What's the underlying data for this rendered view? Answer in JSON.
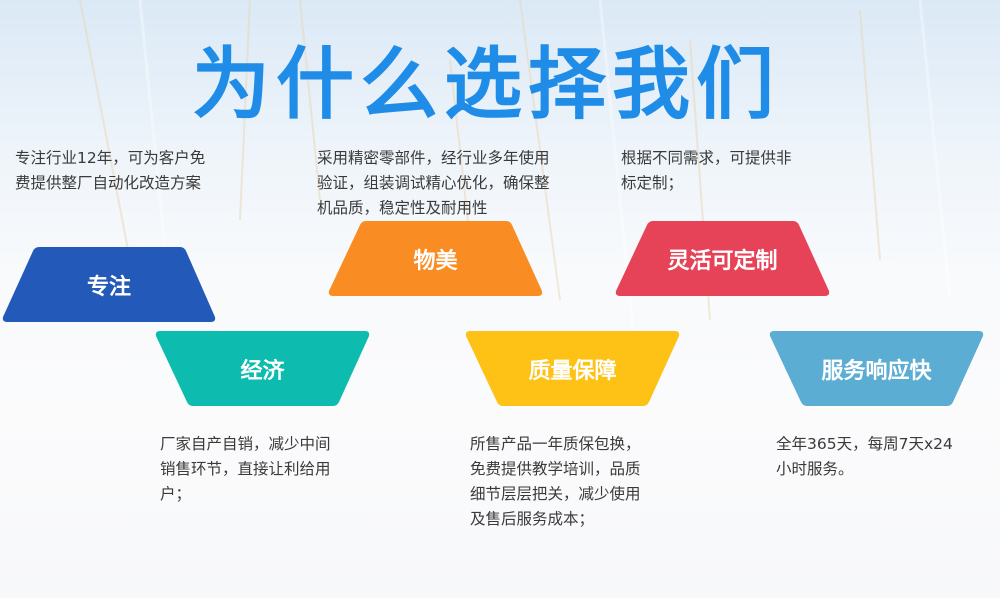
{
  "title": "为什么选择我们",
  "features": [
    {
      "label": "专注",
      "color": "#2359b8",
      "description": [
        "专注行业12年，可为客户免",
        "费提供整厂自动化改造方案"
      ]
    },
    {
      "label": "物美",
      "color": "#f98c22",
      "description": [
        "采用精密零部件，经行业多年使用",
        "验证，组装调试精心优化，确保整",
        "机品质，稳定性及耐用性"
      ]
    },
    {
      "label": "灵活可定制",
      "color": "#e64258",
      "description": [
        "根据不同需求，可提供非",
        "标定制；"
      ]
    },
    {
      "label": "经济",
      "color": "#0dbbaf",
      "description": [
        "厂家自产自销，减少中间",
        "销售环节，直接让利给用",
        "户；"
      ]
    },
    {
      "label": "质量保障",
      "color": "#fdc215",
      "description": [
        "所售产品一年质保包换，",
        "免费提供教学培训，品质",
        "细节层层把关，减少使用",
        "及售后服务成本；"
      ]
    },
    {
      "label": "服务响应快",
      "color": "#5badd4",
      "description": [
        "全年365天，每周7天x24",
        "小时服务。"
      ]
    }
  ]
}
